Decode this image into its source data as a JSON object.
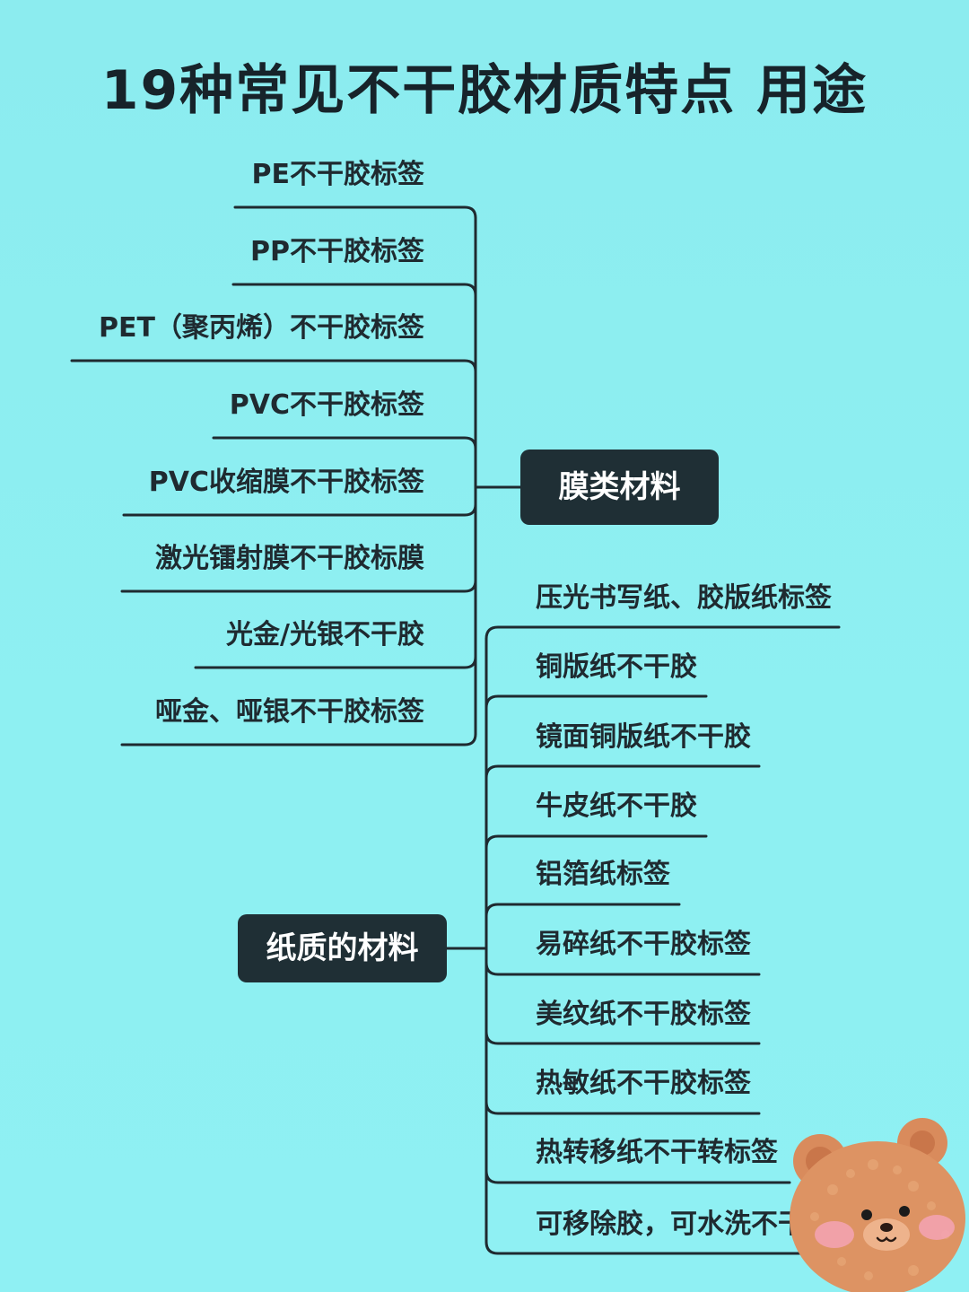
{
  "title": "19种常见不干胶材质特点 用途",
  "film_group": {
    "hub_label": "膜类材料",
    "items": [
      "PE不干胶标签",
      "PP不干胶标签",
      "PET（聚丙烯）不干胶标签",
      "PVC不干胶标签",
      "PVC收缩膜不干胶标签",
      "激光镭射膜不干胶标膜",
      "光金/光银不干胶",
      "哑金、哑银不干胶标签"
    ]
  },
  "paper_group": {
    "hub_label": "纸质的材料",
    "items": [
      "压光书写纸、胶版纸标签",
      "铜版纸不干胶",
      "镜面铜版纸不干胶",
      "牛皮纸不干胶",
      "铝箔纸标签",
      "易碎纸不干胶标签",
      "美纹纸不干胶标签",
      "热敏纸不干胶标签",
      "热转移纸不干转标签",
      "可移除胶，可水洗不干胶"
    ]
  },
  "colors": {
    "background": "#8eeef1",
    "line": "#1f2a30",
    "hub_fill": "#1f2f35",
    "hub_text": "#ffffff",
    "bear": "#d98b5c"
  },
  "decoration": "teddy-bear-sticker"
}
